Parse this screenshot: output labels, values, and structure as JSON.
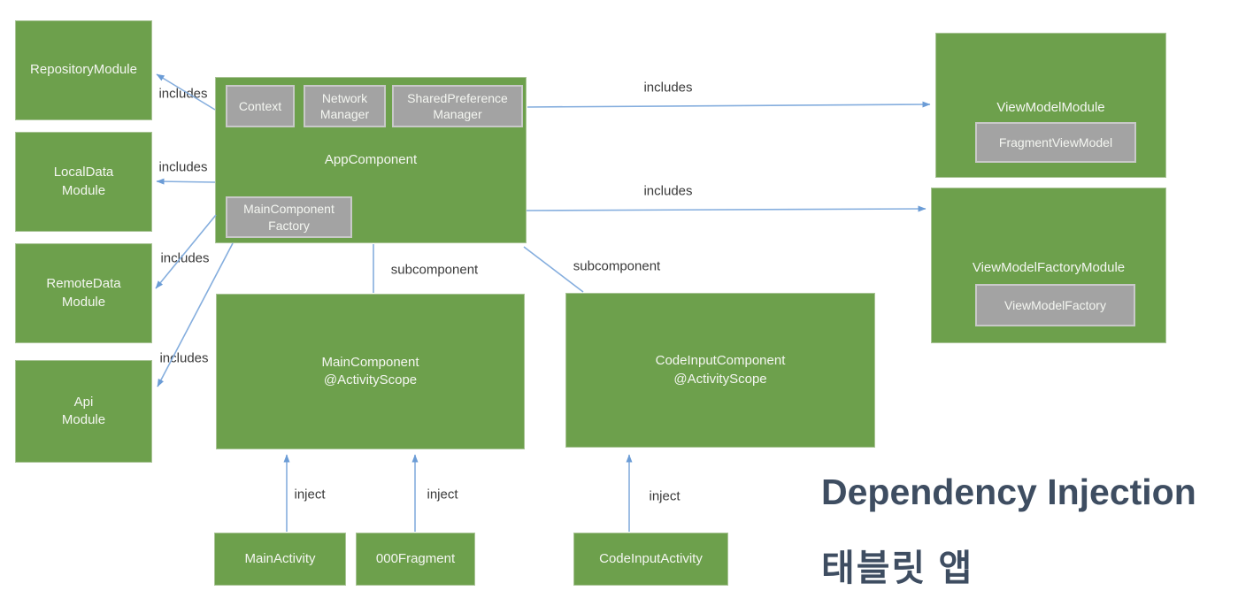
{
  "title": {
    "line1": "Dependency Injection",
    "line2": "태블릿 앱"
  },
  "edge_labels": {
    "includes": "includes",
    "subcomponent": "subcomponent",
    "inject": "inject"
  },
  "nodes": {
    "repository_module": "RepositoryModule",
    "local_data_module": "LocalData\nModule",
    "remote_data_module": "RemoteData\nModule",
    "api_module": "Api\nModule",
    "app_component": "AppComponent",
    "context": "Context",
    "network_manager": "Network\nManager",
    "shared_preference_manager": "SharedPreference\nManager",
    "main_component_factory": "MainComponent\nFactory",
    "main_component": "MainComponent\n@ActivityScope",
    "code_input_component": "CodeInputComponent\n@ActivityScope",
    "main_activity": "MainActivity",
    "ooo_fragment": "000Fragment",
    "code_input_activity": "CodeInputActivity",
    "view_model_module": "ViewModelModule",
    "fragment_view_model": "FragmentViewModel",
    "view_model_factory_module": "ViewModelFactoryModule",
    "view_model_factory": "ViewModelFactory"
  },
  "colors": {
    "node_green": "#6da04c",
    "node_green_border": "#a9c496",
    "node_gray": "#a3a3a3",
    "node_gray_border": "#c9c9c9",
    "node_text": "#f4f6f1",
    "arrow_blue": "#85aede",
    "arrow_head": "#6b9cd6",
    "label_text": "#3a3a3a",
    "title_text": "#3e4d61"
  }
}
